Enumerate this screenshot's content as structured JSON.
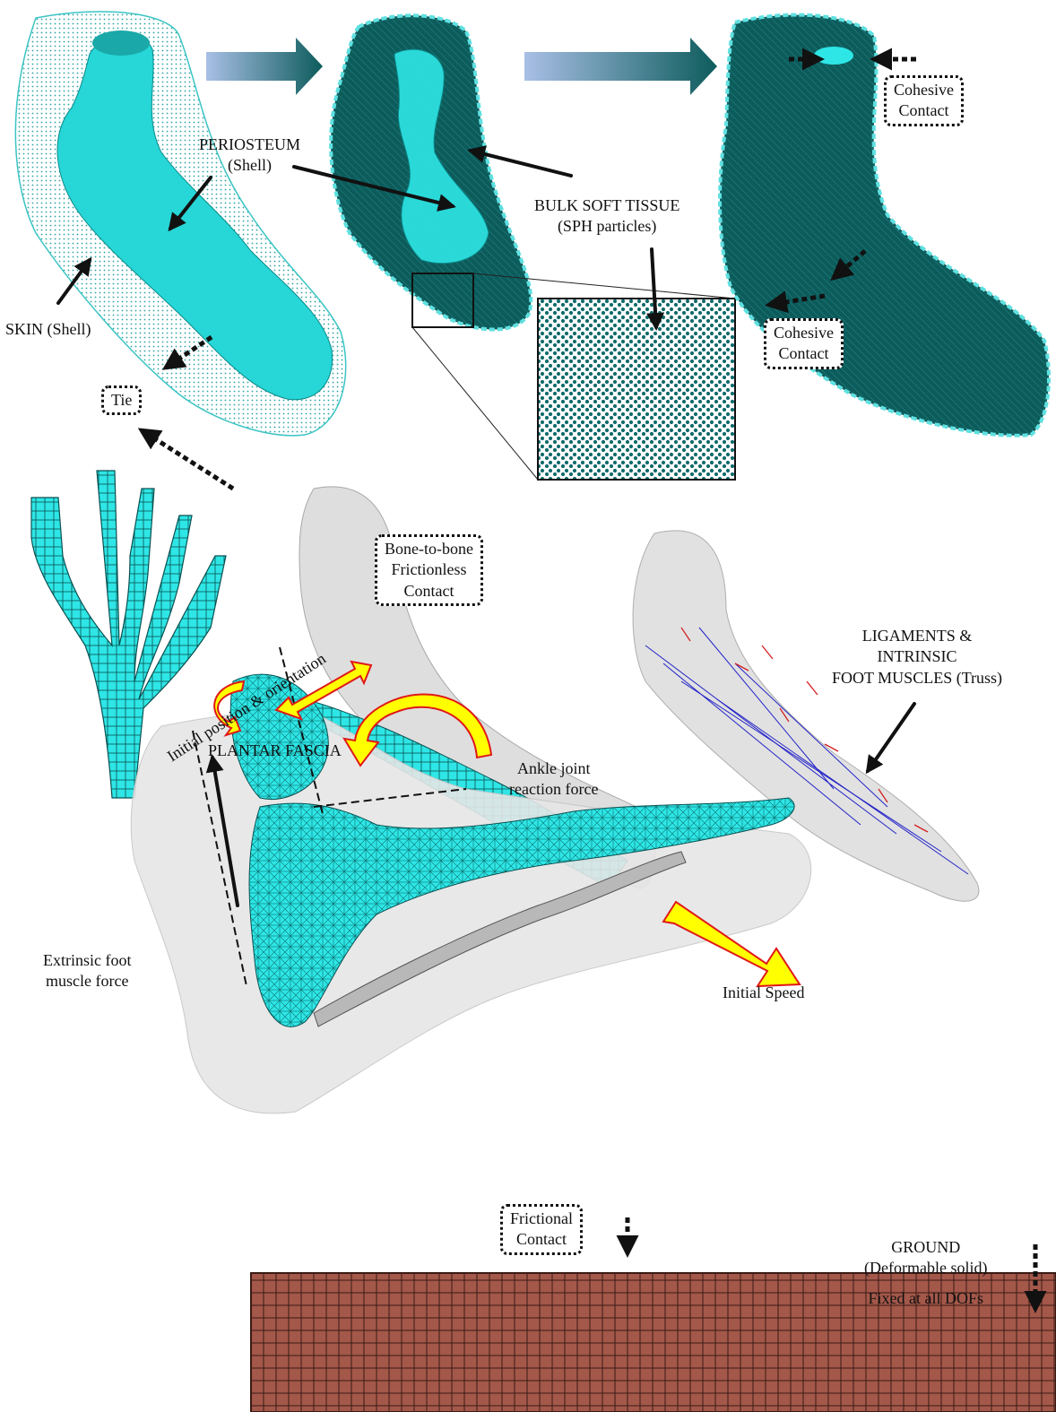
{
  "labels": {
    "periosteum": {
      "l1": "PERIOSTEUM",
      "l2": "(Shell)"
    },
    "bulk_soft_tissue": {
      "l1": "BULK SOFT TISSUE",
      "l2": "(SPH particles)"
    },
    "skin": "SKIN (Shell)",
    "tie": "Tie",
    "cohesive_contact_top": {
      "l1": "Cohesive",
      "l2": "Contact"
    },
    "cohesive_contact_bottom": {
      "l1": "Cohesive",
      "l2": "Contact"
    },
    "bone_to_bone": {
      "l1": "Bone-to-bone",
      "l2": "Frictionless",
      "l3": "Contact"
    },
    "ligaments": {
      "l1": "LIGAMENTS &",
      "l2": "INTRINSIC",
      "l3": "FOOT MUSCLES (Truss)"
    },
    "plantar_fascia": "PLANTAR FASCIA",
    "initial_position": "Initial position & orientation",
    "ankle_force": {
      "l1": "Ankle joint",
      "l2": "reaction force"
    },
    "extrinsic_force": {
      "l1": "Extrinsic foot",
      "l2": "muscle force"
    },
    "initial_speed": "Initial Speed",
    "frictional_contact": {
      "l1": "Frictional",
      "l2": "Contact"
    },
    "ground": {
      "l1": "GROUND",
      "l2": "(Deformable solid)",
      "l3": "Fixed at all DOFs"
    }
  },
  "colors": {
    "bone": "#2ee6e6",
    "soft_tissue": "#0d5c5c",
    "ground": "#a4584a",
    "arrow_fill": "#ffff00",
    "arrow_edge": "#e01818",
    "ligament": "#2323c8",
    "muscle": "#d42020",
    "gradient_start": "#a9bfe6",
    "gradient_end": "#0d5c5c"
  }
}
